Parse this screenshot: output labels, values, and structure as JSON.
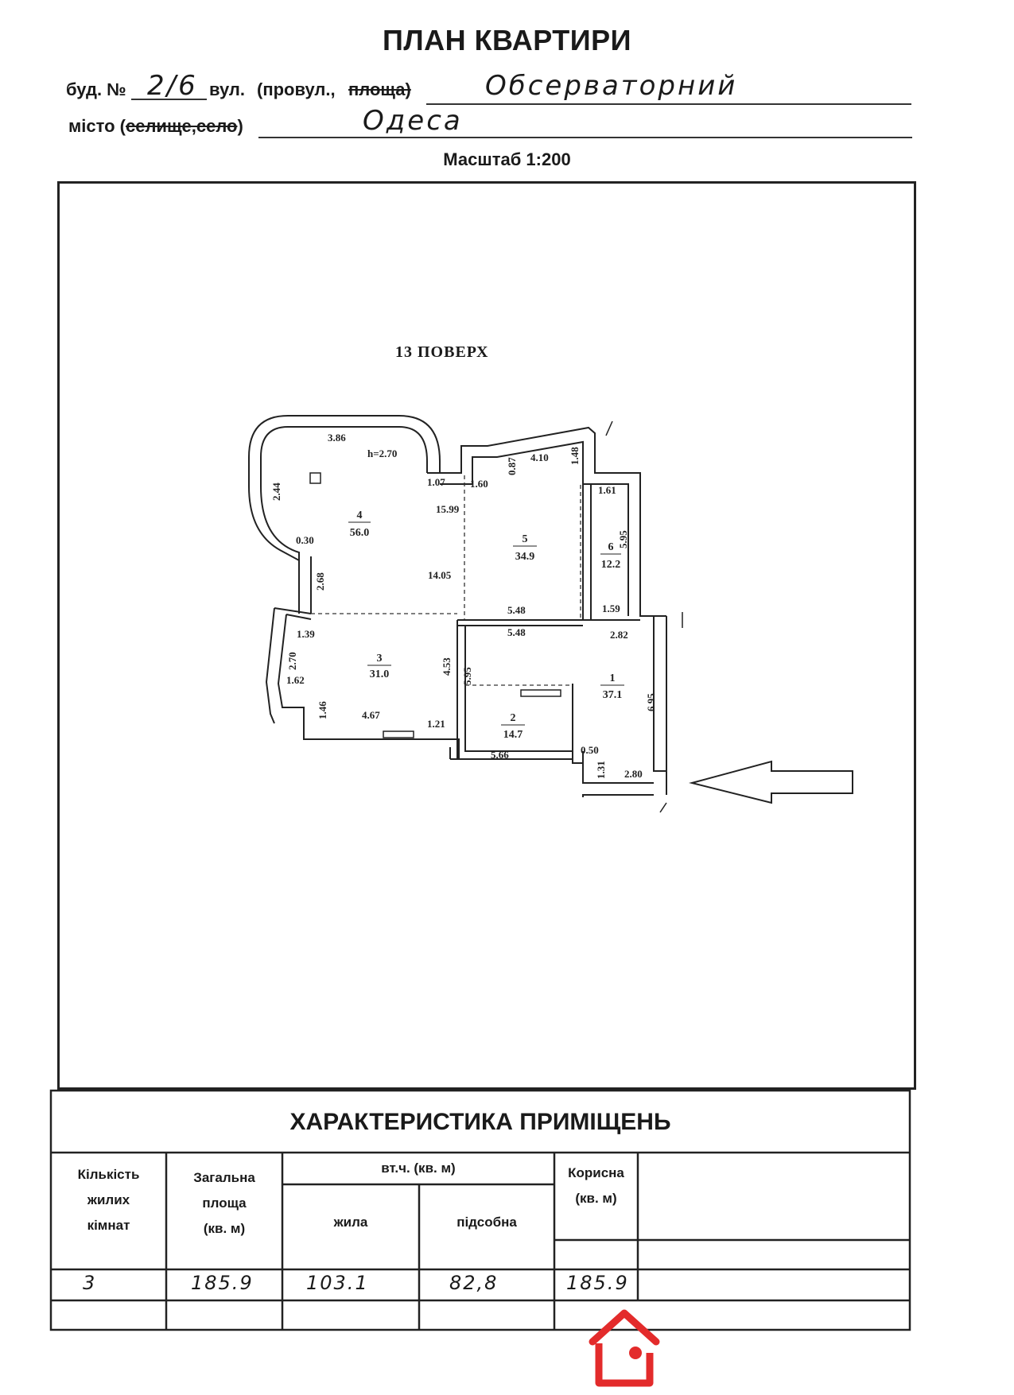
{
  "document": {
    "title": "ПЛАН КВАРТИРИ",
    "building_label": "буд. №",
    "building_number": "2/6",
    "street_label_prefix": "вул.",
    "street_label_mid": "(провул.,",
    "street_label_struck": "площа)",
    "street_value": "Обсерваторний",
    "city_label": "місто (",
    "city_label_struck": "селище,село",
    "city_label_end": ")",
    "city_value": "Одеса",
    "scale": "Масштаб 1:200",
    "floor": "13   ПОВЕРХ"
  },
  "plan": {
    "rooms": [
      {
        "number": "4",
        "area": "56.0"
      },
      {
        "number": "5",
        "area": "34.9"
      },
      {
        "number": "6",
        "area": "12.2"
      },
      {
        "number": "3",
        "area": "31.0"
      },
      {
        "number": "1",
        "area": "37.1"
      },
      {
        "number": "2",
        "area": "14.7"
      }
    ],
    "dimensions": {
      "d386": "3.86",
      "h270": "h=2.70",
      "d244": "2.44",
      "d030": "0.30",
      "d107": "1.07",
      "d160": "1.60",
      "d087": "0.87",
      "d410": "4.10",
      "d148": "1.48",
      "d161": "1.61",
      "d595a": "5.95",
      "d1599": "15.99",
      "d1405": "14.05",
      "d268": "2.68",
      "d548a": "5.48",
      "d159": "1.59",
      "d548b": "5.48",
      "d282": "2.82",
      "d139": "1.39",
      "d270": "2.70",
      "d162": "1.62",
      "d453": "4.53",
      "d595b": "5.95",
      "d695": "6.95",
      "d146": "1.46",
      "d467": "4.67",
      "d121": "1.21",
      "d050": "0.50",
      "d566": "5.66",
      "d131": "1.31",
      "d280": "2.80"
    }
  },
  "table": {
    "title": "ХАРАКТЕРИСТИКА ПРИМІЩЕНЬ",
    "headers": {
      "rooms": [
        "Кількість",
        "жилих",
        "кімнат"
      ],
      "total": [
        "Загальна",
        "площа",
        "(кв. м)"
      ],
      "incl": "вт.ч. (кв. м)",
      "living": "жила",
      "aux": "підсобна",
      "useful": [
        "Корисна",
        "(кв. м)"
      ]
    },
    "values": {
      "rooms": "3",
      "total": "185.9",
      "living": "103.1",
      "aux": "82,8",
      "useful": "185.9"
    }
  },
  "colors": {
    "ink": "#222222",
    "logo": "#e32b2b"
  }
}
